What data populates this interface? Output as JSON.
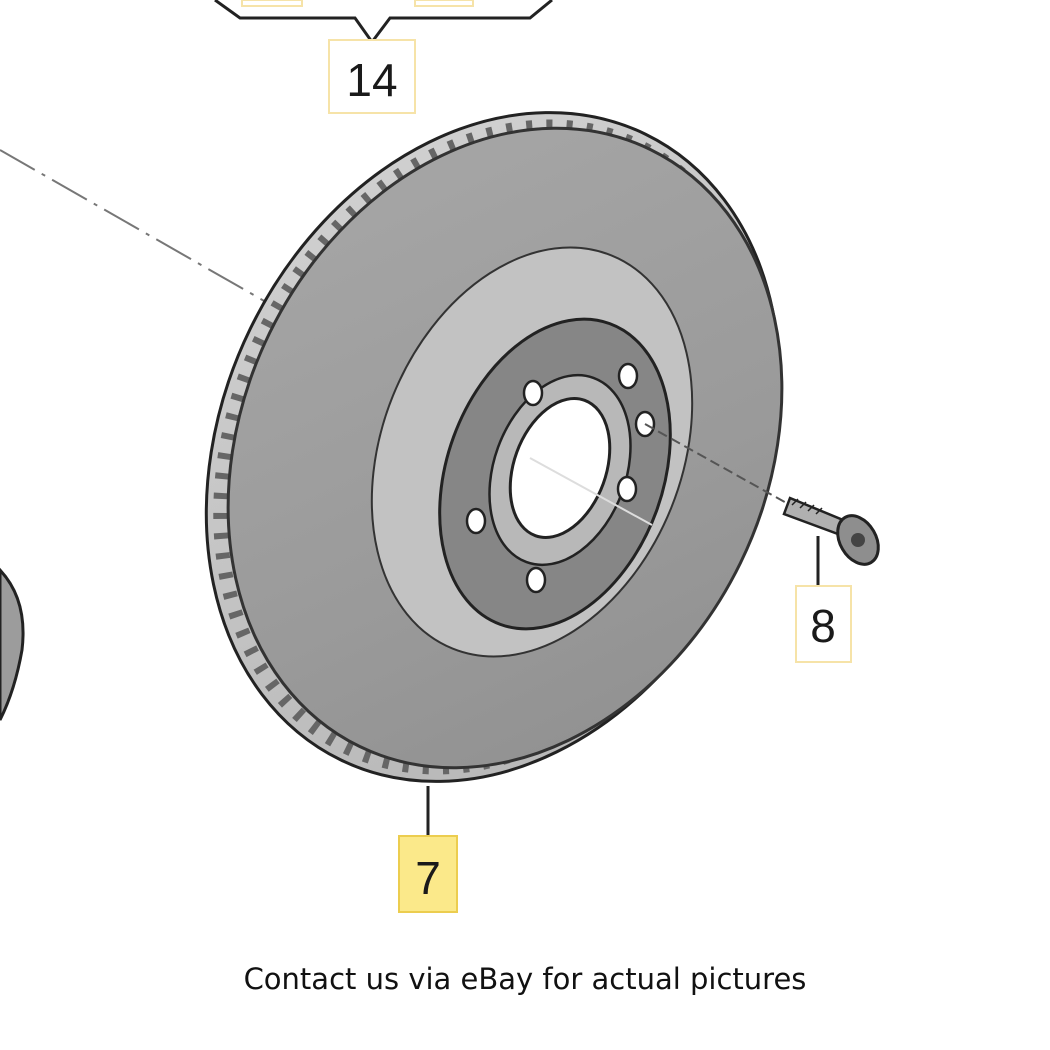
{
  "callouts": [
    {
      "id": "14",
      "label": "14",
      "highlighted": false
    },
    {
      "id": "8",
      "label": "8",
      "highlighted": false
    },
    {
      "id": "7",
      "label": "7",
      "highlighted": true
    }
  ],
  "caption": "Contact us via eBay for actual pictures",
  "colors": {
    "highlight": "#fbe98a",
    "callout_border": "#f6e3a8",
    "disc_face": "#9a9a9a",
    "hub": "#8a8a8a",
    "outline": "#222222"
  },
  "icons": {
    "part": "brake-disc-icon",
    "fastener": "screw-icon"
  }
}
